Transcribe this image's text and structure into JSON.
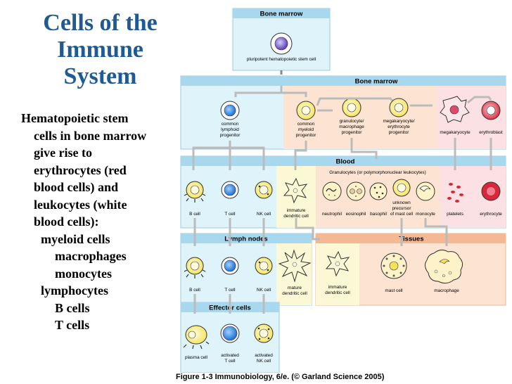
{
  "slide": {
    "title_lines": [
      "Cells of the",
      "Immune",
      "System"
    ],
    "bullets": {
      "l1": "Hematopoietic stem",
      "l2": "cells in bone marrow",
      "l3": "give rise to",
      "l4": "erythrocytes (red",
      "l5": "blood cells) and",
      "l6": "leukocytes (white",
      "l7": "blood cells):",
      "l8": "myeloid cells",
      "l9": "macrophages",
      "l10": "monocytes",
      "l11": "lymphocytes",
      "l12": "B cells",
      "l13": "T cells"
    }
  },
  "diagram": {
    "bone_marrow_top": {
      "header": "Bone marrow",
      "cell": "pluripotent hematopoietic stem cell"
    },
    "bone_marrow": {
      "header": "Bone marrow",
      "lymphoid": [
        "common",
        "lymphoid",
        "progenitor"
      ],
      "myeloid": [
        "common",
        "myeloid",
        "progenitor"
      ],
      "gm": [
        "granulocyte/",
        "macrophage",
        "progenitor"
      ],
      "me": [
        "megakaryocyte/",
        "erythrocyte",
        "progenitor"
      ],
      "megakaryocyte": "megakaryocyte",
      "erythroblast": "erythroblast"
    },
    "blood": {
      "header": "Blood",
      "granulocytes_title": "Granulocytes (or polymorphonuclear leukocytes)",
      "b_cell": "B cell",
      "t_cell": "T cell",
      "nk_cell": "NK cell",
      "immature_dc": [
        "immature",
        "dendritic cell"
      ],
      "neutrophil": "neutrophil",
      "eosinophil": "eosinophil",
      "basophil": "basophil",
      "unknown_precursor": [
        "unknown",
        "precursor",
        "of mast cell"
      ],
      "monocyte": "monocyte",
      "platelets": "platelets",
      "erythrocyte": "erythrocyte"
    },
    "lymph_nodes": {
      "header": "Lymph nodes",
      "b_cell": "B cell",
      "t_cell": "T cell",
      "nk_cell": "NK cell",
      "mature_dc": [
        "mature",
        "dendritic cell"
      ]
    },
    "tissues": {
      "header": "Tissues",
      "immature_dc": [
        "immature",
        "dendritic cell"
      ],
      "mast_cell": "mast cell",
      "macrophage": "macrophage"
    },
    "effector": {
      "header": "Effector cells",
      "plasma_cell": "plasma cell",
      "activated_t": [
        "activated",
        "T cell"
      ],
      "activated_nk": [
        "activated",
        "NK cell"
      ]
    }
  },
  "caption": "Figure 1-3  Immunobiology, 6/e. (© Garland Science 2005)"
}
